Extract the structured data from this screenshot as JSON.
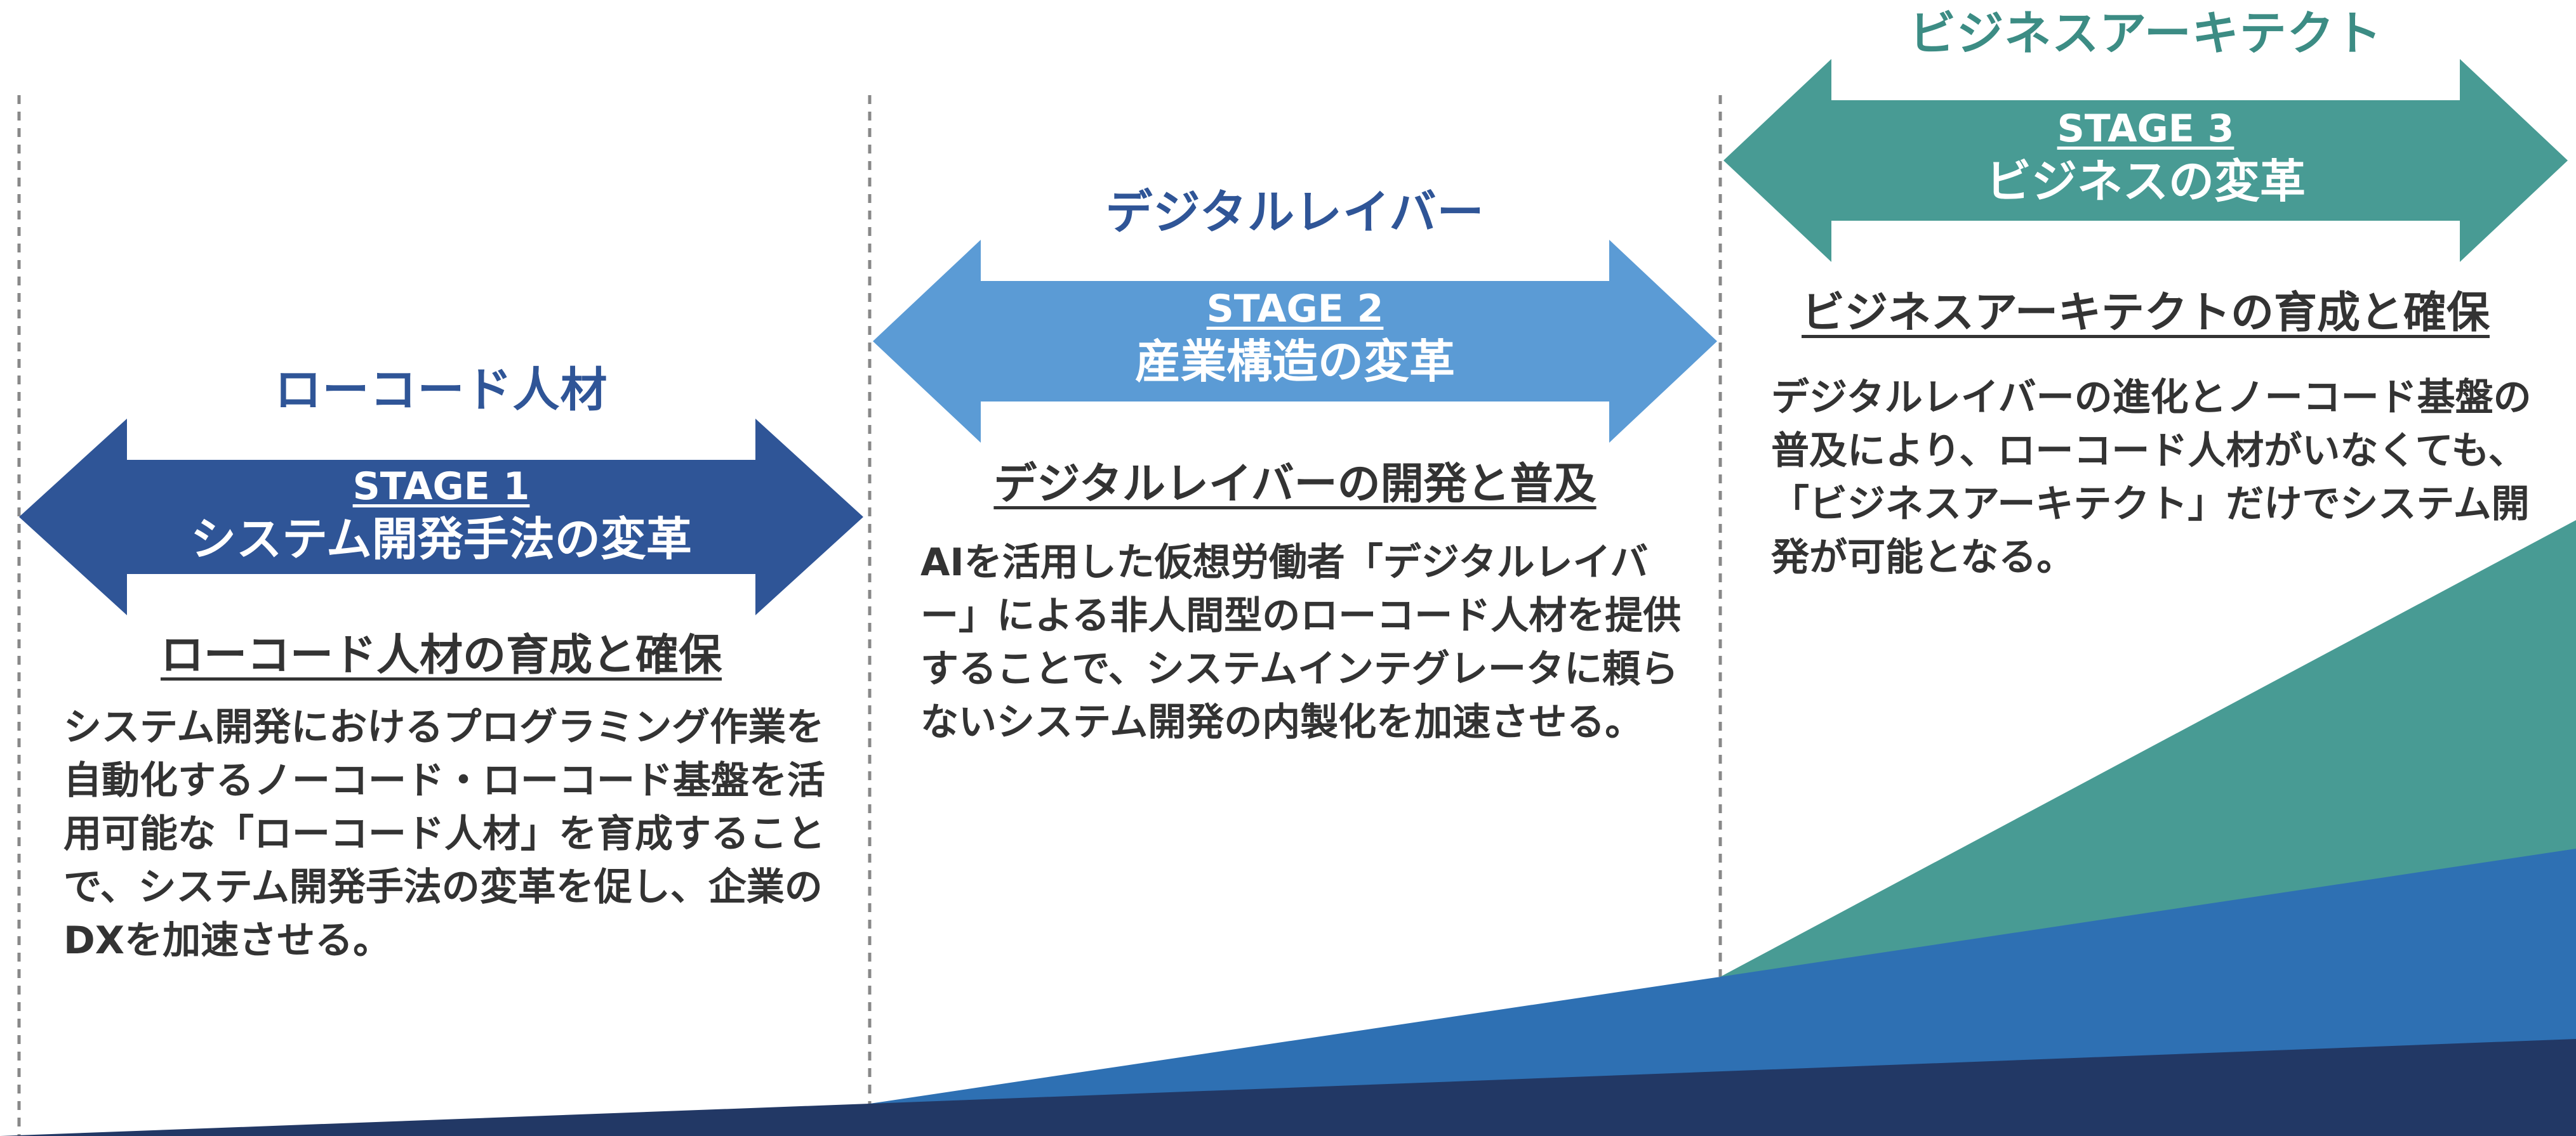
{
  "colors": {
    "stage1": "#2f5597",
    "stage2": "#5b9bd5",
    "stage3": "#489b94",
    "band_dark": "#223865",
    "band_mid": "#2e70b3",
    "band_teal": "#489b94",
    "role_text_dark": "#2f5597",
    "role_text_teal": "#3c8c84",
    "body_text": "#333333",
    "divider": "#888888"
  },
  "stages": [
    {
      "role": "ローコード人材",
      "stage_label": "STAGE 1",
      "title": "システム開発手法の変革",
      "heading": "ローコード人材の育成と確保",
      "description": "システム開発におけるプログラミング作業を自動化するノーコード・ローコード基盤を活用可能な「ローコード人材」を育成することで、システム開発手法の変革を促し、企業のDXを加速させる。"
    },
    {
      "role": "デジタルレイバー",
      "stage_label": "STAGE 2",
      "title": "産業構造の変革",
      "heading": "デジタルレイバーの開発と普及",
      "description": "AIを活用した仮想労働者「デジタルレイバー」による非人間型のローコード人材を提供することで、システムインテグレータに頼らないシステム開発の内製化を加速させる。"
    },
    {
      "role": "ビジネスアーキテクト",
      "stage_label": "STAGE 3",
      "title": "ビジネスの変革",
      "heading": "ビジネスアーキテクトの育成と確保",
      "description": "デジタルレイバーの進化とノーコード基盤の普及により、ローコード人材がいなくても、「ビジネスアーキテクト」だけでシステム開発が可能となる。"
    }
  ]
}
